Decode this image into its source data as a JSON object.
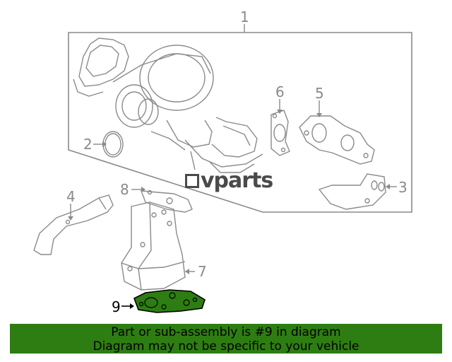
{
  "callouts": {
    "c1": "1",
    "c2": "2",
    "c3": "3",
    "c4": "4",
    "c5": "5",
    "c6": "6",
    "c7": "7",
    "c8": "8",
    "c9": "9"
  },
  "highlighted_callout": "9",
  "watermark": "vparts",
  "banner": {
    "line1": "Part or sub-assembly is #9 in diagram",
    "line2": "Diagram may not be specific to your vehicle",
    "color": "#2e7d12"
  },
  "colors": {
    "line_art": "#8a8a8a",
    "highlight_part": "#2e7d12"
  }
}
